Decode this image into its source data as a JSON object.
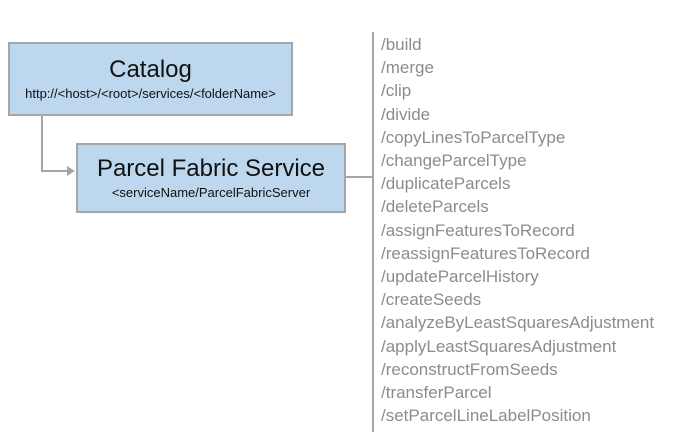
{
  "diagram": {
    "catalog_box": {
      "title": "Catalog",
      "subtitle": "http://<host>/<root>/services/<folderName>"
    },
    "service_box": {
      "title": "Parcel Fabric Service",
      "subtitle": "<serviceName/ParcelFabricServer"
    },
    "endpoints": [
      "/build",
      "/merge",
      "/clip",
      "/divide",
      "/copyLinesToParcelType",
      "/changeParcelType",
      "/duplicateParcels",
      "/deleteParcels",
      "/assignFeaturesToRecord",
      "/reassignFeaturesToRecord",
      "/updateParcelHistory",
      "/createSeeds",
      "/analyzeByLeastSquaresAdjustment",
      "/applyLeastSquaresAdjustment",
      "/reconstructFromSeeds",
      "/transferParcel",
      "/setParcelLineLabelPosition"
    ],
    "colors": {
      "box_fill": "#bdd7ee",
      "box_border": "#a6a6a6",
      "connector": "#a6a6a6",
      "endpoint_text": "#8c8c8c",
      "title_text": "#111111"
    }
  }
}
